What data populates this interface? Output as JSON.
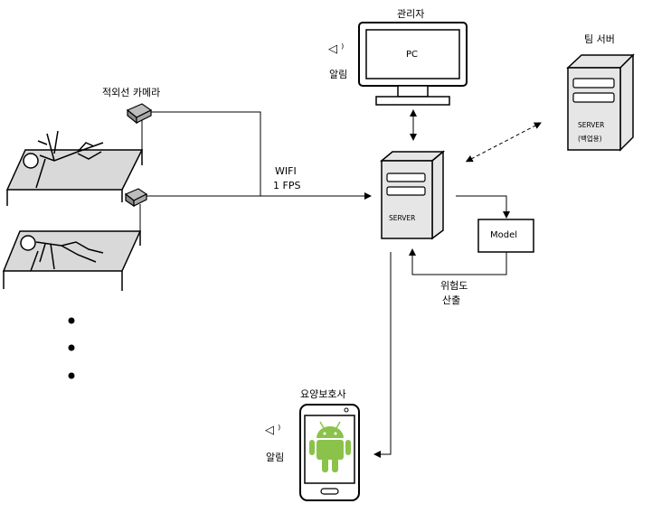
{
  "labels": {
    "ir_camera": "적외선 카메라",
    "admin": "관리자",
    "pc": "PC",
    "alarm_top": "알림",
    "team_server": "팀 서버",
    "server_backup": "SERVER",
    "backup": "(백업용)",
    "wifi": "WIFI",
    "fps": "1 FPS",
    "server_main": "SERVER",
    "model": "Model",
    "risk_line1": "위험도",
    "risk_line2": "산출",
    "caregiver": "요양보호사",
    "alarm_bottom": "알림",
    "sound_top": "◁ ⁾",
    "sound_bottom": "◁ ⁾"
  },
  "colors": {
    "bed_fill": "#d9d9d9",
    "server_fill": "#e6e6e6",
    "android_green": "#8bc34a",
    "stroke": "#000000"
  }
}
